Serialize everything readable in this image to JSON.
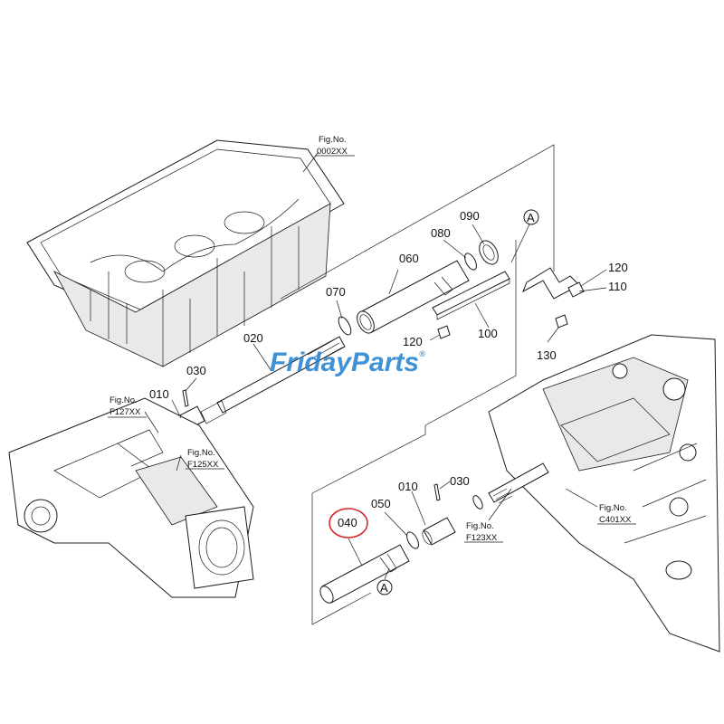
{
  "parts": {
    "p010_a": "010",
    "p010_b": "010",
    "p020": "020",
    "p030_a": "030",
    "p030_b": "030",
    "p040": "040",
    "p050": "050",
    "p060": "060",
    "p070": "070",
    "p080": "080",
    "p090": "090",
    "p100": "100",
    "p110": "110",
    "p120_a": "120",
    "p120_b": "120",
    "p130": "130"
  },
  "callouts": {
    "ref_a_top": "A",
    "ref_a_bottom": "A"
  },
  "figures": {
    "f0002_label": "Fig.No.",
    "f0002_code": "0002XX",
    "f127_label": "Fig.No.",
    "f127_code": "F127XX",
    "f125_label": "Fig.No.",
    "f125_code": "F125XX",
    "f123_label": "Fig.No.",
    "f123_code": "F123XX",
    "c401_label": "Fig.No.",
    "c401_code": "C401XX"
  },
  "watermark": {
    "part1": "Friday",
    "part2": "Parts",
    "mark": "®"
  },
  "colors": {
    "highlight": "#d62828",
    "watermark_blue": "#1f7fd1",
    "watermark_orange": "#f29a1f",
    "line": "#1a1a1a"
  },
  "highlighted_part": "040"
}
